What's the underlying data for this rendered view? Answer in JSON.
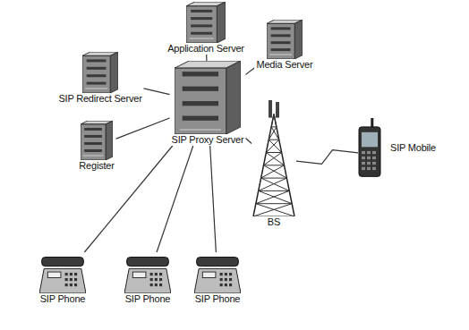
{
  "diagram": {
    "nodes": [
      {
        "text": [
          "Application Server"
        ]
      },
      {
        "text": [
          "Media Server"
        ]
      },
      {
        "text": [
          "SIP Redirect Server"
        ]
      },
      {
        "text": [
          "SIP Proxy Server"
        ]
      },
      {
        "text": [
          "Register"
        ]
      },
      {
        "text": [
          "BS"
        ]
      },
      {
        "text": [
          "SIP Mobile"
        ]
      },
      {
        "text": [
          "SIP Phone"
        ]
      },
      {
        "text": [
          "SIP Phone"
        ]
      },
      {
        "text": [
          "SIP Phone"
        ]
      }
    ],
    "edges": [
      {
        "from": 3,
        "to": 0,
        "arrow": "none"
      },
      {
        "from": 3,
        "to": 1,
        "arrow": "none"
      },
      {
        "from": 3,
        "to": 2,
        "arrow": "none"
      },
      {
        "from": 3,
        "to": 4,
        "arrow": "none"
      },
      {
        "from": 3,
        "to": 5,
        "arrow": "none"
      },
      {
        "from": 3,
        "to": 7,
        "arrow": "none"
      },
      {
        "from": 3,
        "to": 8,
        "arrow": "none"
      },
      {
        "from": 3,
        "to": 9,
        "arrow": "none"
      },
      {
        "from": 5,
        "to": 6,
        "arrow": "none"
      }
    ]
  }
}
